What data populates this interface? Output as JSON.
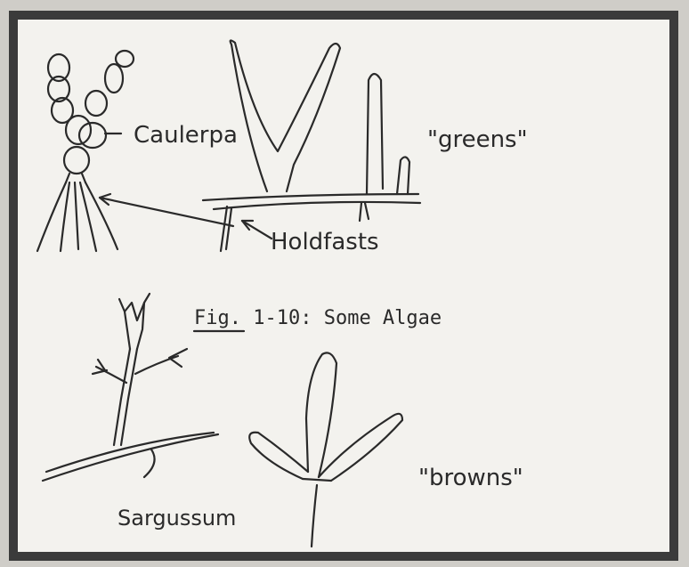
{
  "figure": {
    "caption_prefix": "Fig",
    "caption_rest": ". 1-10: Some  Algae"
  },
  "labels": {
    "caulerpa": "Caulerpa",
    "greens": "\"greens\"",
    "holdfasts": "Holdfasts",
    "browns": "\"browns\"",
    "sargassum": "Sargussum"
  }
}
